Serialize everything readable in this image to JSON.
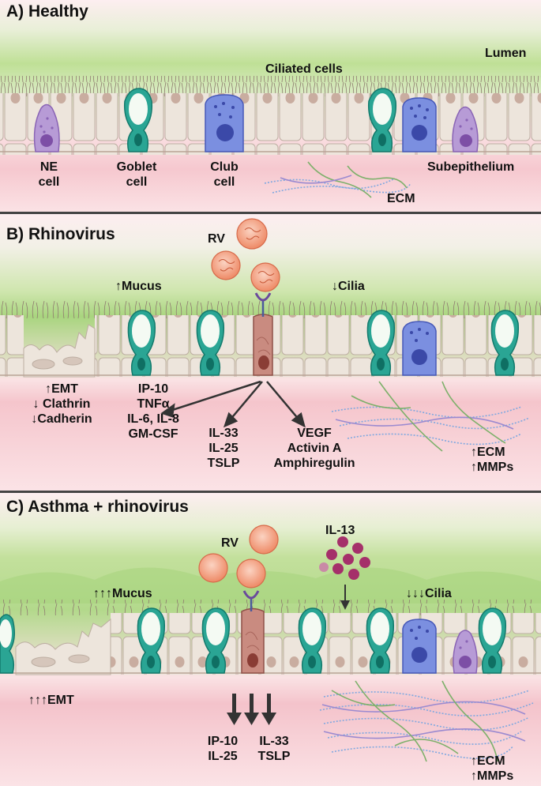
{
  "panelA": {
    "title": "A) Healthy",
    "lumen": "Lumen",
    "ciliated": "Ciliated cells",
    "ne": [
      "NE",
      "cell"
    ],
    "goblet": [
      "Goblet",
      "cell"
    ],
    "club": [
      "Club",
      "cell"
    ],
    "subepithelium": "Subepithelium",
    "ecm": "ECM"
  },
  "panelB": {
    "title": "B) Rhinovirus",
    "rv": "RV",
    "mucus": "↑Mucus",
    "cilia": "↓Cilia",
    "left_effects": [
      "↑EMT",
      "↓ Clathrin",
      "↓Cadherin"
    ],
    "cytokines1": [
      "IP-10",
      "TNFα",
      "IL-6, IL-8",
      "GM-CSF"
    ],
    "cytokines2": [
      "IL-33",
      "IL-25",
      "TSLP"
    ],
    "cytokines3": [
      "VEGF",
      "Activin A",
      "Amphiregulin"
    ],
    "ecm": [
      "↑ECM",
      "↑MMPs"
    ]
  },
  "panelC": {
    "title": "C) Asthma + rhinovirus",
    "rv": "RV",
    "il13": "IL-13",
    "mucus": "↑↑↑Mucus",
    "cilia": "↓↓↓Cilia",
    "emt": "↑↑↑EMT",
    "cytokines_left": [
      "IP-10",
      "IL-25"
    ],
    "cytokines_right": [
      "IL-33",
      "TSLP"
    ],
    "ecm": [
      "↑ECM",
      "↑MMPs"
    ]
  },
  "colors": {
    "lumen_pink": "#fbe4e6",
    "mucus_green": "#b8dc8e",
    "epithelial_cell": "#ede5dc",
    "nucleus": "#c9ada0",
    "goblet_teal": "#1f9c8c",
    "club_blue": "#6f82d8",
    "ne_purple": "#a584c8",
    "infected_cell": "#c98b80",
    "virus": "#f08a6a",
    "il13_dot": "#a5306a"
  }
}
